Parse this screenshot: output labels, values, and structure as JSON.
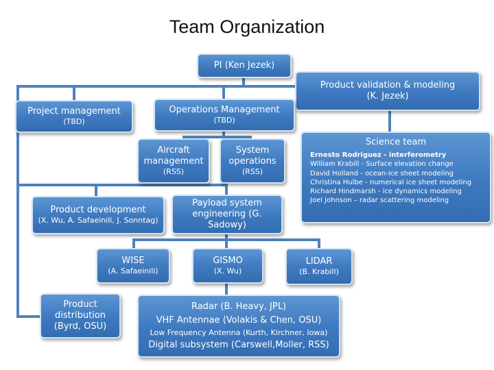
{
  "title": "Team Organization",
  "boxes": {
    "pi": {
      "line1": "PI (Ken Jezek)"
    },
    "product_validation": {
      "line1": "Product validation & modeling",
      "line2": "(K. Jezek)"
    },
    "project_management": {
      "line1": "Project management",
      "line2": "(TBD)"
    },
    "operations_management": {
      "line1": "Operations Management",
      "line2": "(TBD)"
    },
    "aircraft_management": {
      "line1": "Aircraft",
      "line2": "management",
      "line3": "(RSS)"
    },
    "system_operations": {
      "line1": "System",
      "line2": "operations",
      "line3": "(RSS)"
    },
    "product_development": {
      "line1": "Product development",
      "line2": "(X. Wu, A. Safaeinili, J. Sonntag)"
    },
    "payload_system": {
      "line1": "Payload system",
      "line2": "engineering (G. Sadowy)"
    },
    "wise": {
      "line1": "WISE",
      "line2": "(A. Safaeinili)"
    },
    "gismo": {
      "line1": "GISMO",
      "line2": "(X. Wu)"
    },
    "lidar": {
      "line1": "LIDAR",
      "line2": "(B. Krabill)"
    },
    "product_distribution": {
      "line1": "Product",
      "line2": "distribution",
      "line3": "(Byrd, OSU)"
    },
    "radar": {
      "line1": "Radar (B. Heavy, JPL)",
      "line2": "VHF Antennae (Volakis & Chen, OSU)",
      "line3": "Low Frequency Antenna (Kurth, Kirchner, Iowa)",
      "line4": "Digital subsystem (Carswell,Moller, RSS)"
    }
  },
  "science_team": {
    "heading": "Science team",
    "members": [
      "Ernesto Rodriguez - interferometry",
      "William Krabill - Surface elevation change",
      "David Holland - ocean-ice sheet modeling",
      "Christina Hulbe - numerical ice sheet modeling",
      "Richard Hindmarsh - ice dynamics modeling",
      "Joel Johnson – radar scattering modeling"
    ]
  },
  "colors": {
    "box_fill": "#4a84c8",
    "box_border": "#d5e3f2",
    "connector": "#4f81bd"
  }
}
